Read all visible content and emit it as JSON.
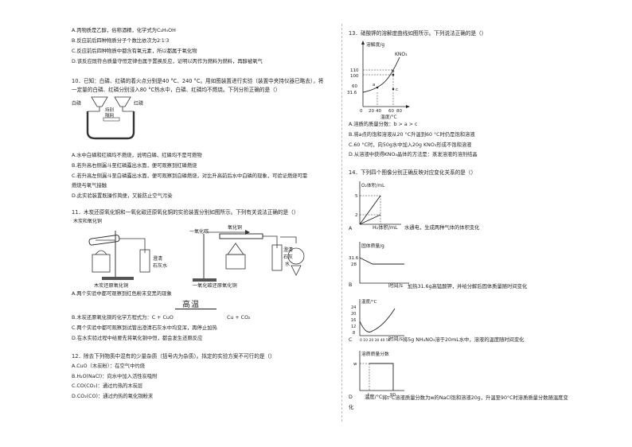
{
  "left": {
    "q9_options": [
      "A.丙物质是乙醇，俗称酒精，化学式为C₂H₅OH",
      "B.反应前后四种物质分子个数比依次为2∶1∶3",
      "C.反应前后四种物质中都含有氧元素，所以都属于氧化物",
      "D.该反应既符合质量守恒定律也属于置换反应，证明以丙作为燃料为燃料，再醇被氧气"
    ],
    "q10_stem": [
      "10．已知：白磷、红磷的着火点分别是40 °C、240 °C。用如图装置进行实验（装置中夹持仪器已略去），将",
      "一定量的白磷、红磷分别浸入80 °C热水中，白磷、红磷均不燃烧。下列分析正确的是（）"
    ],
    "q10_fig": {
      "white": "白磷",
      "red": "红磷",
      "clamp1": "持别",
      "clamp2": "隔网"
    },
    "q10_options": [
      "A.水中白磷和红磷均不燃烧，说明白磷、红磷均不是可燃物",
      "B.若升高右侧漏斗至红磷露出水面，便可观察到红磷燃烧",
      "C.若升高左侧漏斗至白磷露出水面，便可观察到白磷燃烧，对比升高前后水中白磷的现象，可验证燃烧可需",
      "  燃烧与氧气接触",
      "D.此实验装置既操作简便，又能防止空气污染"
    ],
    "q11_stem": "11．木炭还原氧化铜和一氧化碳还原氧化铜的实验装置分别如图所示。下列有关说法正确的是（）",
    "q11_fig": {
      "label1": "木炭和氧化铜",
      "lime1a": "澄清",
      "lime1b": "石灰水",
      "co": "一氧化碳",
      "cuo": "氧化铜",
      "lime2a": "澄清",
      "lime2b": "石灰",
      "lime2c": "水",
      "cap1": "木炭还原氧化铜",
      "cap2": "一氧化碳还原氧化铜"
    },
    "q11_optA": "A.两个实验中都可观察到红色粉末变黑的现象",
    "q11_gaowen": "高温",
    "q11_optB_left": "B.木炭还原氧化铜的化学方程式为：C + CuO",
    "q11_optB_right": "Cu + CO₂",
    "q11_options_rest": [
      "C.两个实验中都可观察到试管出澄清石灰水中均变浑，再停止加热",
      "D.在水实验过程中给要先将氧化铜中恒，都会发生还原反应"
    ],
    "q12_stem": "12．除去下列物质中混有的少量杂质（括号内为杂质）。拟定的实验方案不可行的是（）",
    "q12_options": [
      "A.CuO（木炭粉）：在空气中灼烧",
      "B.H₂O(NaCl)：向水中加入活性炭吸附",
      "C.CO(CO₂)：通过灼热的木炭层",
      "D.CO₂(CO)：通过灼热的氧化铜粉末"
    ]
  },
  "right": {
    "q13_stem": "13．硝酸钾的溶解度曲线如图所示。下列说法正确的是（）",
    "q13_chart": {
      "ylabel": "溶解度/g",
      "series": "KNO₃",
      "yticks": [
        "110",
        "100",
        "60",
        "31.6"
      ],
      "xticks": [
        "0",
        "20",
        "40",
        "60",
        "80"
      ],
      "xlabel": "温度/°C",
      "points": [
        "a",
        "b",
        "c"
      ]
    },
    "q13_options": [
      "A.溶质的质量分数：b > a > c",
      "B.将a点的饱和溶液从20 °C升温到60 °C时仍是饱和溶液",
      "C.60 °C时，向50g水中加入20g KNO₃形成不饱和溶液",
      "D.从溶液中获得KNO₃晶体的方法是：蒸发溶液的溶剂结晶"
    ],
    "q14_stem": "14．下列四个图像分别正确反映对应变化关系的是（）",
    "q14a": {
      "ylabel": "O₂体积/mL",
      "y1": "5",
      "y2": "2",
      "xlabel": "H₂体积/mL",
      "letter": "A",
      "desc": "水通电，生成两种气体的体积变化"
    },
    "q14b": {
      "ylabel": "固体质量/g",
      "y1": "31.6",
      "y2": "28",
      "xlabel": "时间/s",
      "letter": "B",
      "desc": "加热31.6g高锰酸钾，并给分解后固体质量随时间变化"
    },
    "q14c": {
      "ylabel": "温度/°C",
      "yticks": [
        "24",
        "20",
        "16",
        "12",
        "8"
      ],
      "xticks": "0 10 20 30 40 50",
      "xlabel": "时间/s",
      "letter": "C",
      "desc": "将5g NH₄NO₃溶于20mL水中，溶液的温度随时间变化"
    },
    "q14d": {
      "ylabel": "溶质质量分数",
      "y1": "w",
      "x1": "t",
      "x2": "90",
      "xlabel": "温度/°C",
      "letter": "D",
      "desc": "将t°C溶液质量分数为w的NaCl饱和溶液20g，升温至90°C时溶质质量分数随温度变",
      "desc2": "化"
    }
  }
}
